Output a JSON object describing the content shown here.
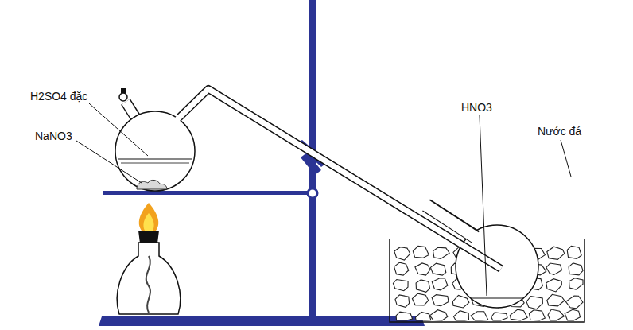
{
  "diagram": {
    "labels": [
      "H2SO4 đặc",
      "NaNO3",
      "HNO3",
      "Nước đá"
    ]
  }
}
